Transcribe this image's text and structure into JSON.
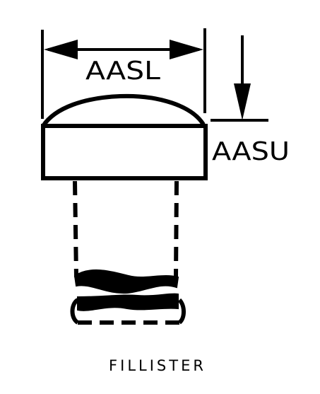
{
  "figure": {
    "caption": "FILLISTER",
    "dimension_width_label": "AASL",
    "dimension_height_label": "AASU"
  },
  "colors": {
    "ink": "#000000",
    "paper": "#ffffff"
  }
}
